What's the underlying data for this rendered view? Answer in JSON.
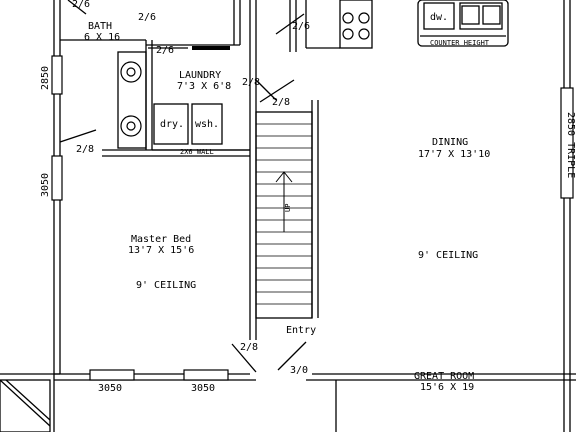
{
  "rooms": {
    "bath": {
      "name": "BATH",
      "size": "6 X 16"
    },
    "laundry": {
      "name": "LAUNDRY",
      "size": "7'3 X 6'8"
    },
    "dining": {
      "name": "DINING",
      "size": "17'7 X 13'10"
    },
    "master_bed": {
      "name": "Master Bed",
      "size": "13'7 X 15'6",
      "ceiling": "9' CEILING"
    },
    "dining_ceiling": "9' CEILING",
    "great_room": {
      "name": "GREAT ROOM",
      "size": "15'6 X 19"
    }
  },
  "doors": {
    "d1": "2/6",
    "d2": "2/6",
    "d3": "2/6",
    "d4": "2/6",
    "d5": "2/8",
    "d6": "2/8",
    "d7": "2/8",
    "d8": "2/8",
    "d9": "3/0"
  },
  "windows": {
    "left_upper": "2850",
    "left_lower": "3050",
    "bottom_1": "3050",
    "bottom_2": "3050",
    "right": "2850 TRIPLE"
  },
  "appliances": {
    "dishwasher": "dw.",
    "dryer": "dry.",
    "washer": "wsh."
  },
  "notes": {
    "counter": "COUNTER HEIGHT",
    "wall": "2X6 WALL",
    "stair": "UP",
    "entry": "Entry"
  }
}
